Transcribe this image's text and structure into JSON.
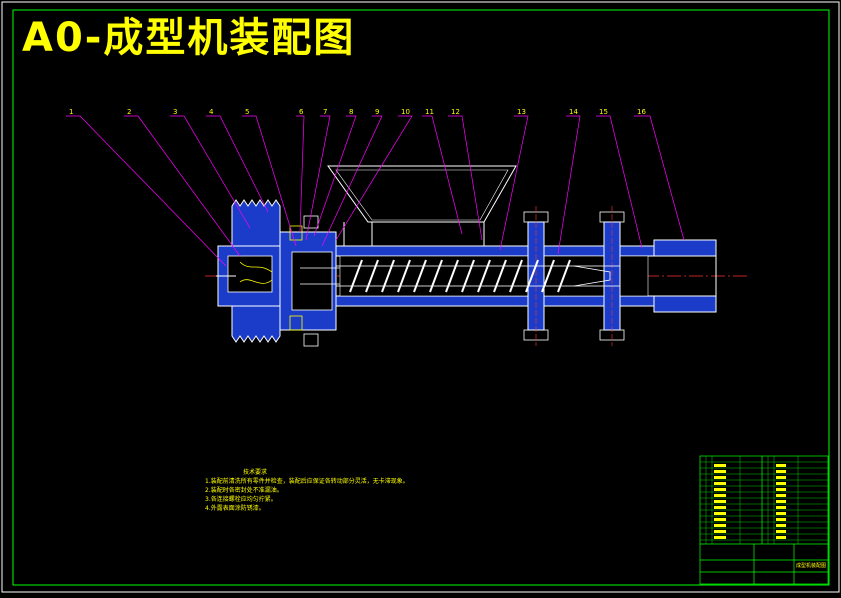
{
  "title": "A0-成型机装配图",
  "labels": [
    "1",
    "2",
    "3",
    "4",
    "5",
    "6",
    "7",
    "8",
    "9",
    "10",
    "11",
    "12",
    "13",
    "14",
    "15",
    "16"
  ],
  "notes": {
    "heading": "技术要求",
    "lines": [
      "1.装配前清洗所有零件并检查，装配后应保证各转动部分灵活，无卡滞现象。",
      "2.装配时各密封处不准漏油。",
      "3.各连接螺栓应均匀拧紧。",
      "4.外露表面涂防锈漆。"
    ]
  },
  "title_block": {
    "drawing_name": "成型机装配图"
  },
  "colors": {
    "frame": "#ffffff",
    "part_fill": "#1a3cc8",
    "outline": "#ffffff",
    "leader": "#ff00ff",
    "centerline": "#ff3030",
    "title": "#ffff00",
    "table": "#00ff00"
  }
}
